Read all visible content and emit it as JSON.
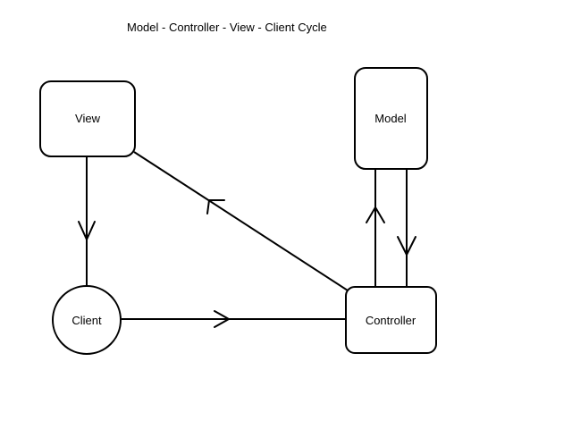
{
  "title": "Model - Controller - View - Client Cycle",
  "nodes": {
    "view": {
      "label": "View",
      "shape": "rounded-rectangle"
    },
    "model": {
      "label": "Model",
      "shape": "rounded-rectangle"
    },
    "client": {
      "label": "Client",
      "shape": "circle"
    },
    "controller": {
      "label": "Controller",
      "shape": "rounded-rectangle"
    }
  },
  "edges": [
    {
      "from": "view",
      "to": "client"
    },
    {
      "from": "client",
      "to": "controller"
    },
    {
      "from": "controller",
      "to": "view"
    },
    {
      "from": "controller",
      "to": "model"
    },
    {
      "from": "model",
      "to": "controller"
    }
  ],
  "colors": {
    "stroke": "#000000",
    "background": "#ffffff"
  }
}
